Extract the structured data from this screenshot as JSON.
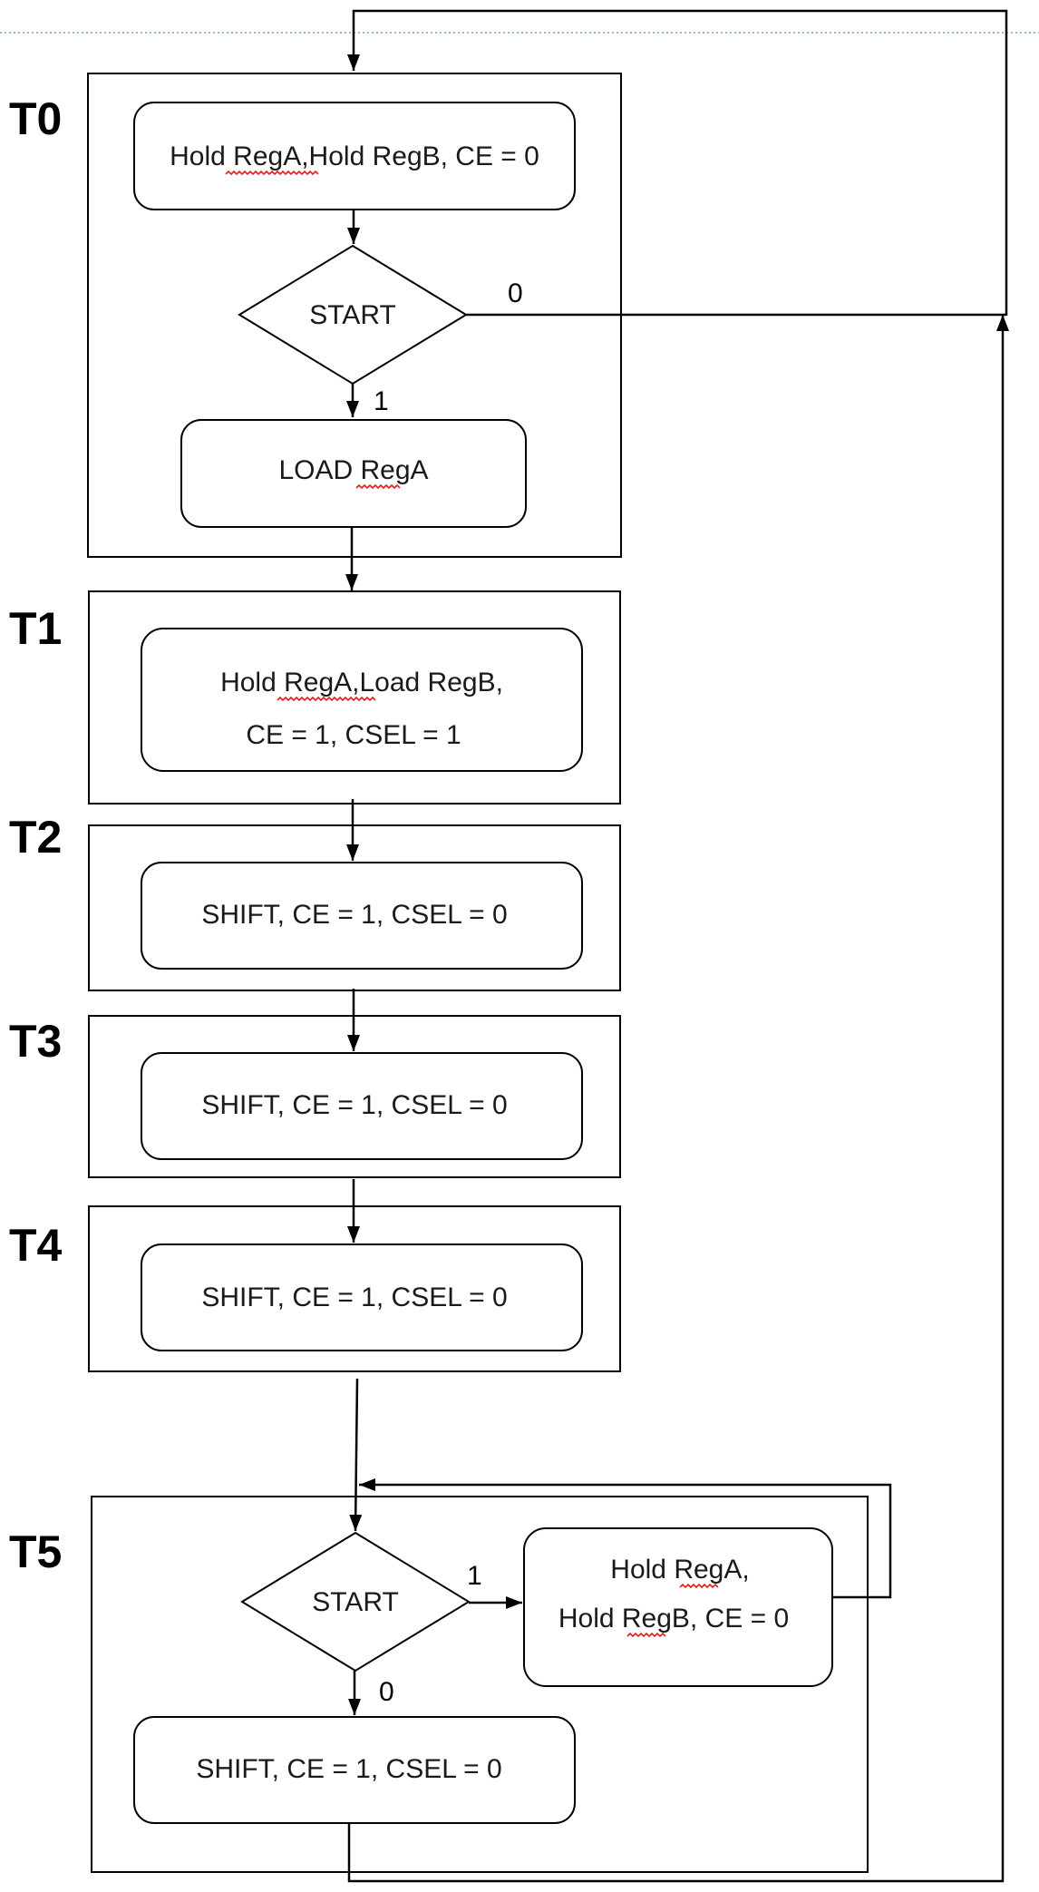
{
  "states": [
    {
      "id": "T0",
      "label": "T0"
    },
    {
      "id": "T1",
      "label": "T1"
    },
    {
      "id": "T2",
      "label": "T2"
    },
    {
      "id": "T3",
      "label": "T3"
    },
    {
      "id": "T4",
      "label": "T4"
    },
    {
      "id": "T5",
      "label": "T5"
    }
  ],
  "nodes": {
    "t0_hold": "Hold RegA,Hold RegB, CE = 0",
    "t0_start": "START",
    "t0_load": "LOAD RegA",
    "t1_line1": "Hold RegA,Load RegB,",
    "t1_line2": "CE = 1, CSEL = 1",
    "t2_shift": "SHIFT, CE = 1, CSEL = 0",
    "t3_shift": "SHIFT, CE = 1, CSEL = 0",
    "t4_shift": "SHIFT, CE = 1, CSEL = 0",
    "t5_start": "START",
    "t5_hold_line1": "Hold RegA,",
    "t5_hold_line2": "Hold RegB, CE = 0",
    "t5_shift": "SHIFT, CE = 1, CSEL = 0"
  },
  "edge_labels": {
    "t0_start_no": "0",
    "t0_start_yes": "1",
    "t5_start_yes": "1",
    "t5_start_no": "0"
  }
}
